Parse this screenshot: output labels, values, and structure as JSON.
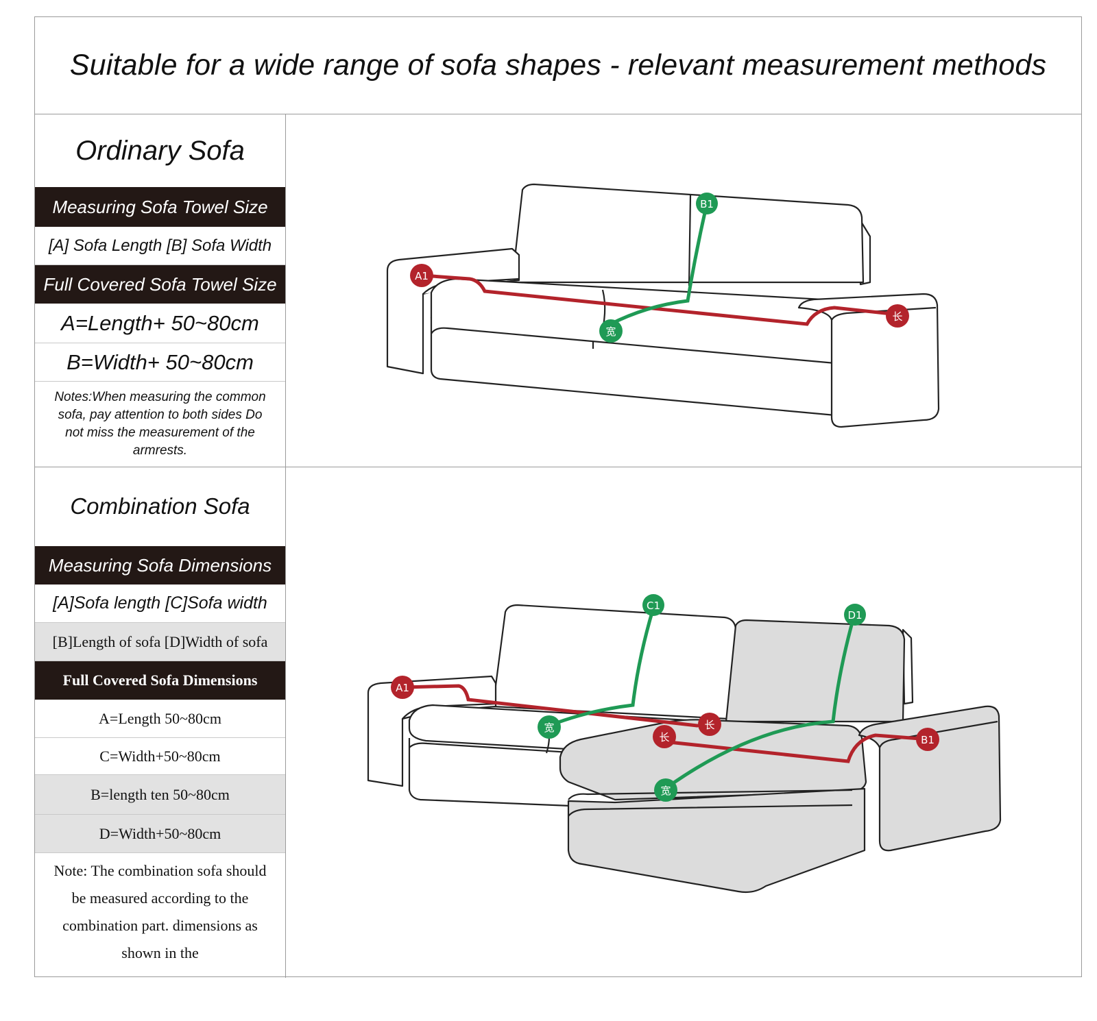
{
  "title": "Suitable for a wide range of sofa shapes - relevant measurement methods",
  "ordinary": {
    "heading": "Ordinary Sofa",
    "measuring_bar": "Measuring Sofa Towel Size",
    "dimensions_line": "[A] Sofa Length [B] Sofa Width",
    "full_bar": "Full Covered Sofa Towel Size",
    "formula_a": "A=Length+ 50~80cm",
    "formula_b": "B=Width+ 50~80cm",
    "notes": "Notes:When measuring the common sofa, pay attention to both sides Do not miss the measurement of the armrests.",
    "markers": {
      "a": "A1",
      "b": "B1",
      "length_glyph": "长",
      "width_glyph": "宽"
    }
  },
  "combination": {
    "heading": "Combination Sofa",
    "measuring_bar": "Measuring Sofa Dimensions",
    "dimensions_line_1": "[A]Sofa length [C]Sofa width",
    "dimensions_line_2": "[B]Length of sofa [D]Width of sofa",
    "full_bar": "Full Covered Sofa Dimensions",
    "formula_a": "A=Length 50~80cm",
    "formula_c": "C=Width+50~80cm",
    "formula_b": "B=length ten 50~80cm",
    "formula_d": "D=Width+50~80cm",
    "note": "Note: The combination sofa should be measured according to the combination part. dimensions as shown in the",
    "markers": {
      "a": "A1",
      "c": "C1",
      "d": "D1",
      "b": "B1",
      "length_glyph": "长",
      "width_glyph": "宽"
    }
  },
  "colors": {
    "length_line": "#b3232b",
    "width_line": "#1f9a55",
    "dark_bar": "#231815",
    "grey_cell": "#e2e2e2",
    "chaise_fill": "#dcdcdc"
  }
}
